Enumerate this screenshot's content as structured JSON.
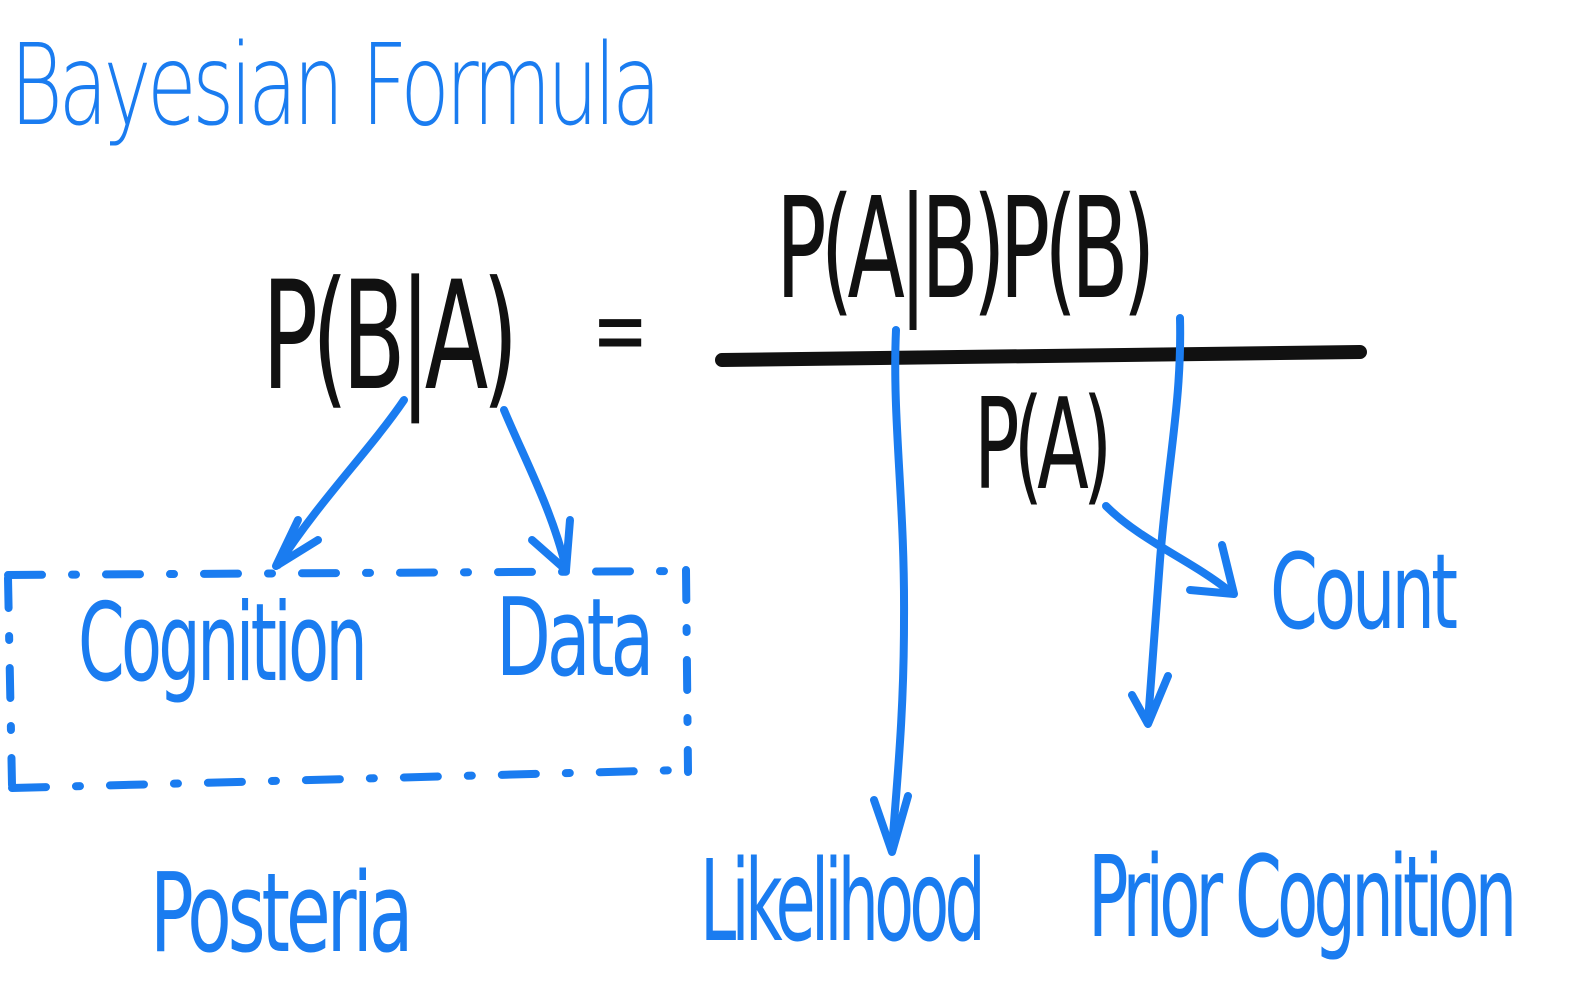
{
  "title": "Bayesian Formula",
  "formula": {
    "lhs": "P(B|A)",
    "equals": "=",
    "numerator": "P(A|B)P(B)",
    "denominator": "P(A)"
  },
  "labels": {
    "cognition": "Cognition",
    "data": "Data",
    "count": "Count",
    "posterior": "Posteria",
    "likelihood": "Likelihood",
    "prior": "Prior Cognition"
  },
  "colors": {
    "ink": "#111111",
    "annotation": "#1a7cf0",
    "background": "#ffffff"
  }
}
